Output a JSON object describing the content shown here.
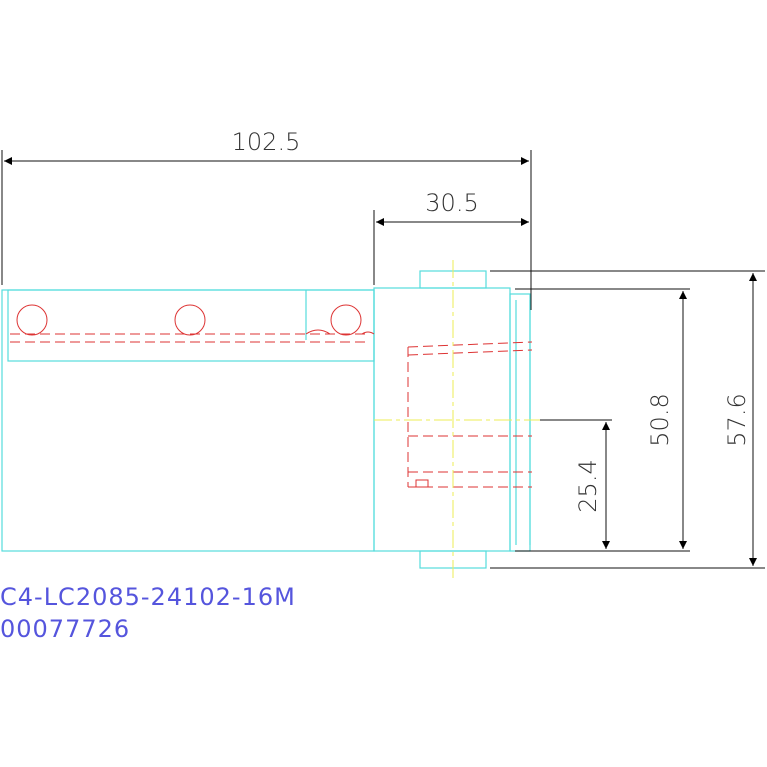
{
  "drawing": {
    "dimensions": {
      "overall_length": "102.5",
      "body_length": "30.5",
      "height_inner": "50.8",
      "height_outer": "57.6",
      "half_height": "25.4"
    },
    "part_number": "C4-LC2085-24102-16M",
    "code": "00077726",
    "colors": {
      "outline": "#55dddd",
      "hidden": "#dd3333",
      "center": "#eeee55",
      "dimension": "#222222",
      "label": "#5555dd"
    }
  }
}
